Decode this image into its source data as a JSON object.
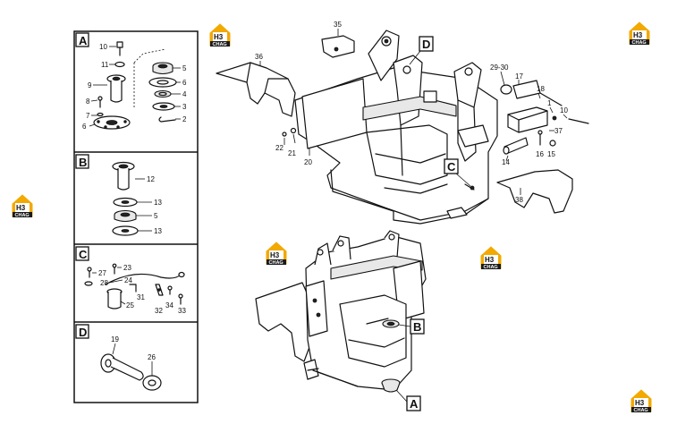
{
  "logo": {
    "mark": "H3",
    "text": "CHAG",
    "accent": "#f2a900",
    "dark": "#1a1a1a"
  },
  "panels": {
    "A": {
      "letter": "A",
      "callouts": [
        "10",
        "11",
        "9",
        "8",
        "7",
        "6",
        "5",
        "6",
        "4",
        "3",
        "2"
      ]
    },
    "B": {
      "letter": "B",
      "callouts": [
        "12",
        "13",
        "5",
        "13"
      ]
    },
    "C": {
      "letter": "C",
      "callouts": [
        "27",
        "23",
        "28",
        "24",
        "31",
        "25",
        "32",
        "34",
        "33"
      ]
    },
    "D": {
      "letter": "D",
      "callouts": [
        "19",
        "26"
      ]
    }
  },
  "main_callouts": [
    "35",
    "36",
    "29-30",
    "17",
    "18",
    "1",
    "10",
    "37",
    "16",
    "15",
    "14",
    "22",
    "21",
    "20",
    "38"
  ],
  "detail_refs": {
    "D": "D",
    "C": "C",
    "B": "B",
    "A": "A"
  }
}
